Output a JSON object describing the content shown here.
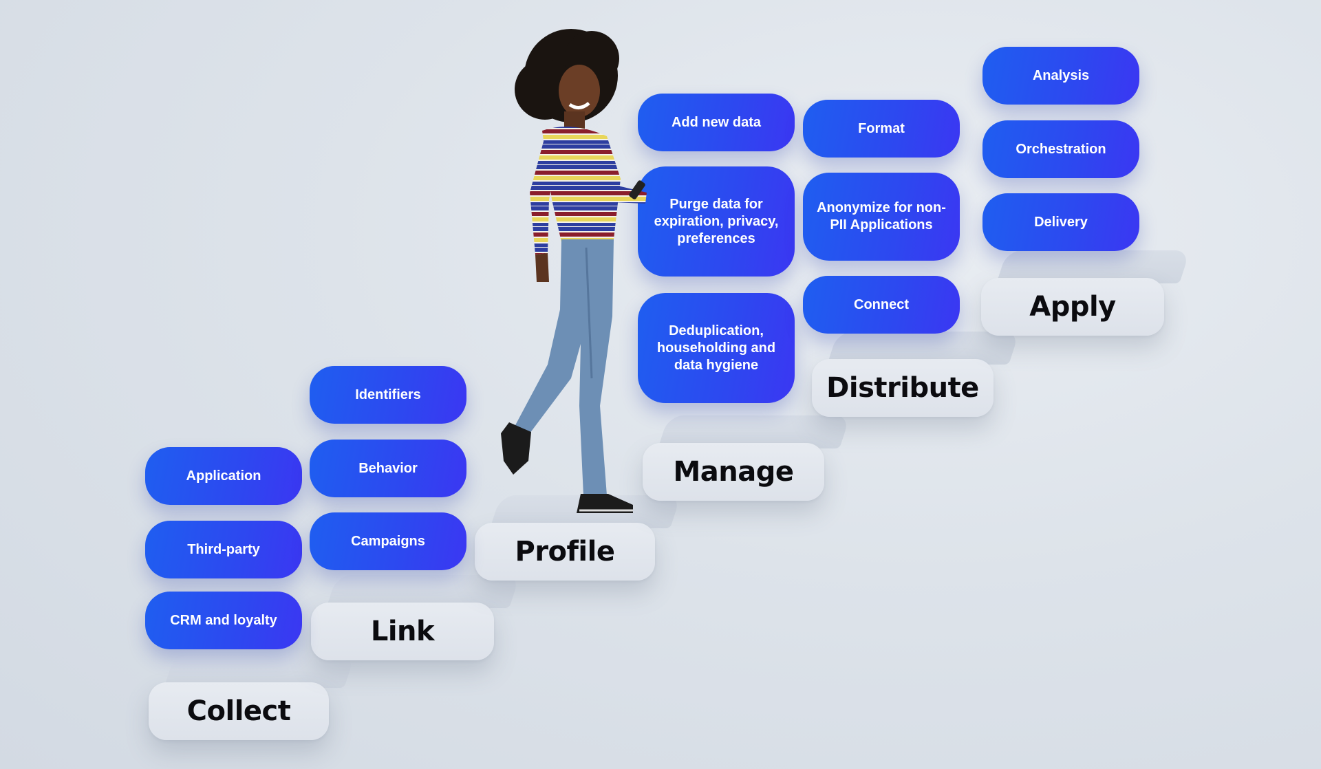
{
  "steps": {
    "collect": "Collect",
    "link": "Link",
    "profile": "Profile",
    "manage": "Manage",
    "distribute": "Distribute",
    "apply": "Apply"
  },
  "collect_items": [
    "Application",
    "Third-party",
    "CRM and loyalty"
  ],
  "link_items": [
    "Identifiers",
    "Behavior",
    "Campaigns"
  ],
  "manage_items": [
    "Add new data",
    "Purge data for expiration, privacy, preferences",
    "Deduplication, householding and data hygiene"
  ],
  "distribute_items": [
    "Format",
    "Anonymize for non-PII Applications",
    "Connect"
  ],
  "apply_items": [
    "Analysis",
    "Orchestration",
    "Delivery"
  ],
  "colors": {
    "pill_start": "#1f5ef0",
    "pill_end": "#3b37f2",
    "step": "#e3e8ee",
    "background": "#dde3ea"
  },
  "illustration": "woman-walking-up-stairs-with-phone"
}
